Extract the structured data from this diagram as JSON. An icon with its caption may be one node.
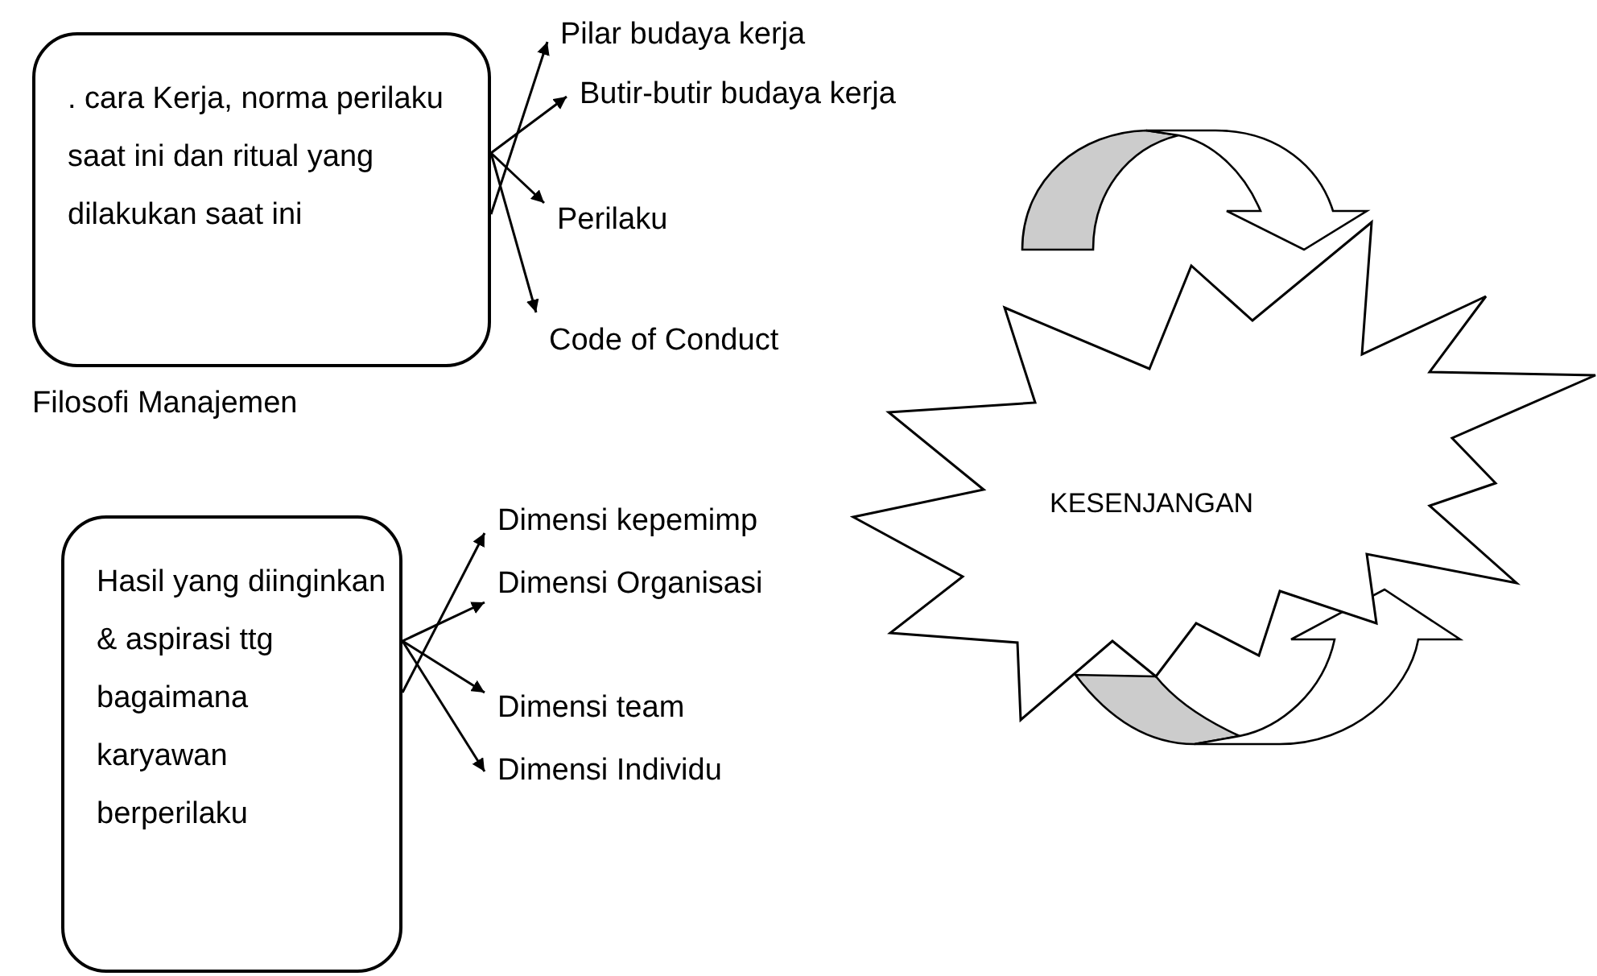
{
  "diagram": {
    "nodes": [
      {
        "text": [
          ". cara Kerja, norma perilaku saat ini dan ritual yang dilakukan saat ini"
        ],
        "beside": [
          "Filosofi Manajemen"
        ]
      },
      {
        "text": [
          "Pilar budaya kerja"
        ]
      },
      {
        "text": [
          "Butir-butir budaya kerja"
        ]
      },
      {
        "text": [
          "Perilaku"
        ]
      },
      {
        "text": [
          "Code of Conduct"
        ]
      },
      {
        "text": [
          "Hasil yang diinginkan & aspirasi ttg bagaimana karyawan berperilaku"
        ]
      },
      {
        "text": [
          "Dimensi kepemimp"
        ]
      },
      {
        "text": [
          "Dimensi Organisasi"
        ]
      },
      {
        "text": [
          "Dimensi team"
        ]
      },
      {
        "text": [
          "Dimensi Individu"
        ]
      },
      {
        "text": [
          "KESENJANGAN"
        ]
      }
    ],
    "edges": [
      {
        "from": 0,
        "to": 1,
        "arrow": "to"
      },
      {
        "from": 0,
        "to": 2,
        "arrow": "to"
      },
      {
        "from": 0,
        "to": 3,
        "arrow": "to"
      },
      {
        "from": 0,
        "to": 4,
        "arrow": "to"
      },
      {
        "from": 5,
        "to": 6,
        "arrow": "to"
      },
      {
        "from": 5,
        "to": 7,
        "arrow": "to"
      },
      {
        "from": 5,
        "to": 8,
        "arrow": "to"
      },
      {
        "from": 5,
        "to": 9,
        "arrow": "to"
      }
    ]
  }
}
